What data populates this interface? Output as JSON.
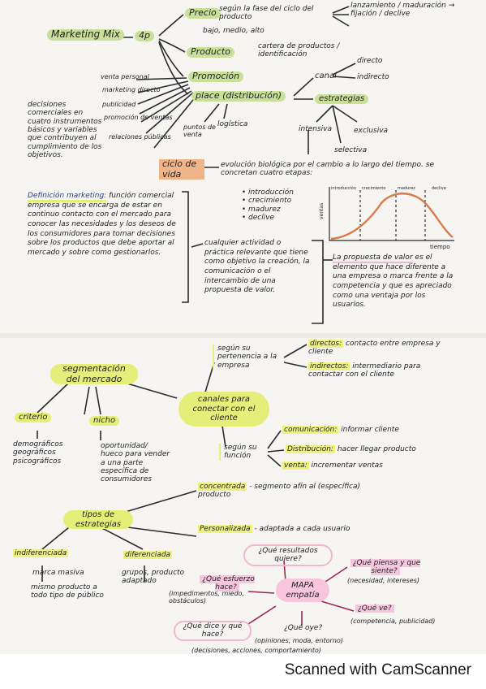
{
  "marketing": {
    "title": "Marketing Mix",
    "four_p": "4p",
    "precio": "Precio",
    "precio_bracket": "según la fase del ciclo del producto",
    "precio_phases": "lanzamiento / maduración → fijación / declive",
    "precio_levels": "bajo, medio, alto",
    "producto": "Producto",
    "producto_items": "cartera de productos / identificación",
    "promocion": "Promoción",
    "promo_items": [
      "venta personal",
      "marketing directo",
      "publicidad",
      "promoción de ventas",
      "relaciones públicas"
    ],
    "place": "place (distribución)",
    "canal": "canal",
    "canal_directo": "directo",
    "canal_indirecto": "indirecto",
    "estrategias": "estrategias",
    "estr_intensiva": "intensiva",
    "estr_exclusiva": "exclusiva",
    "estr_selectiva": "selectiva",
    "puntos_venta": "puntos de venta",
    "logistica": "logística",
    "decisiones": "decisiones comerciales en cuatro instrumentos básicos y variables que contribuyen al cumplimiento de los objetivos."
  },
  "ciclo": {
    "title": "ciclo de vida",
    "text": "evolución biológica por el cambio a lo largo del tiempo. se concretan cuatro etapas:",
    "stages": [
      "introducción",
      "crecimiento",
      "madurez",
      "declive"
    ],
    "chart_labels": {
      "y": "ventas",
      "x": "tiempo",
      "phases": [
        "introducción",
        "crecimiento",
        "madurez",
        "declive"
      ]
    }
  },
  "definicion": {
    "heading": "Definición marketing:",
    "body": "función comercial empresa que se encarga de estar en continuo contacto con el mercado para conocer las necesidades y los deseos de los consumidores para tomar decisiones sobre los productos que debe aportar al mercado y sobre como gestionarlos.",
    "accion": "cualquier actividad o práctica relevante que tiene como objetivo la creación, la comunicación o el intercambio de una propuesta de valor.",
    "propuesta_heading": "La propuesta de valor",
    "propuesta_body": "es el elemento que hace diferente a una empresa o marca frente a la competencia y que es apreciado como una ventaja por los usuarios."
  },
  "segmentacion": {
    "title": "segmentación del mercado",
    "criterio": "criterio",
    "criterio_items": "demográficos geográficos psicográficos",
    "nicho": "nicho",
    "nicho_text": "oportunidad/ hueco para vender a una parte específica de consumidores",
    "canales": "canales para conectar con el cliente",
    "segun_pertenencia": "según su pertenencia a la empresa",
    "directos_label": "directos:",
    "directos_text": "contacto entre empresa y cliente",
    "indirectos_label": "indirectos:",
    "indirectos_text": "intermediario para contactar con el cliente",
    "segun_funcion": "según su función",
    "comunicacion_label": "comunicación:",
    "comunicacion_text": "informar cliente",
    "distribucion_label": "Distribución:",
    "distribucion_text": "hacer llegar producto",
    "venta_label": "venta:",
    "venta_text": "incrementar ventas",
    "tipos": "tipos de estrategias",
    "concentrada_label": "concentrada",
    "concentrada_text": "- segmento afín al (específica) producto",
    "personalizada_label": "Personalizada",
    "personalizada_text": "- adaptada a cada usuario",
    "indiferenciada": "indiferenciada",
    "indif_text1": "marca masiva",
    "indif_text2": "mismo producto a todo tipo de público",
    "diferenciada": "diferenciada",
    "dif_text": "grupos, producto adaptado"
  },
  "empatia": {
    "center": "MAPA empatía",
    "q_resultados": "¿Qué resultados quiere?",
    "q_piensa": "¿Qué piensa y que siente?",
    "q_piensa_note": "(necesidad, intereses)",
    "q_esfuerzo": "¿Qué esfuerzo hace?",
    "q_esfuerzo_note": "(impedimentos, miedo, obstáculos)",
    "q_ve": "¿Qué ve?",
    "q_ve_note": "(competencia, publicidad)",
    "q_dice": "¿Qué dice y qué hace?",
    "q_oye": "¿Qué oye?",
    "q_oye_note": "(opiniones, moda, entorno)",
    "bottom_note": "(decisiones, acciones, comportamiento)"
  },
  "footer": {
    "scanner": "Scanned with CamScanner"
  },
  "colors": {
    "green_hl": "#c9e09a",
    "yellow_hl": "#e6ee7a",
    "orange_hl": "#f0b489",
    "pink_hl": "#f7c6dc",
    "ink": "#1f1f24",
    "curve": "#d97b4a"
  }
}
